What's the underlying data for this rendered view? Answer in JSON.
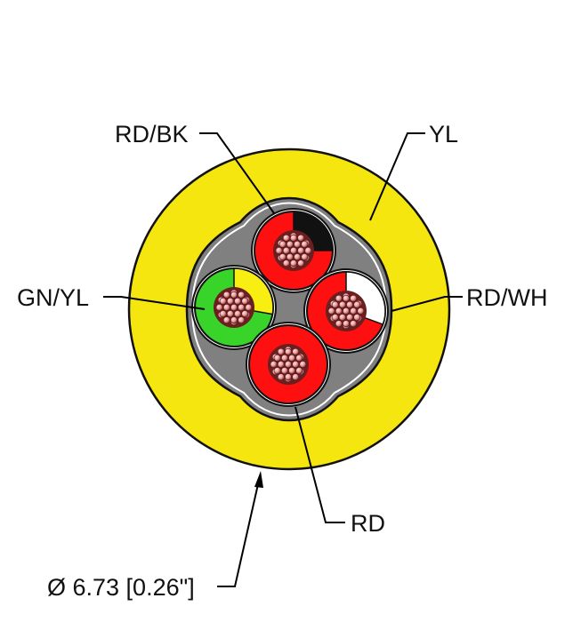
{
  "colors": {
    "jacket": "#f5e60f",
    "filler": "#808080",
    "red": "#ff1010",
    "black": "#111111",
    "white": "#ffffff",
    "green": "#39d42a",
    "yellow": "#f8ee12",
    "strand": "#f0a7a7"
  },
  "labels": {
    "rd_bk": "RD/BK",
    "yl": "YL",
    "gn_yl": "GN/YL",
    "rd_wh": "RD/WH",
    "rd": "RD",
    "diameter": "Ø 6.73 [0.26\"]"
  }
}
